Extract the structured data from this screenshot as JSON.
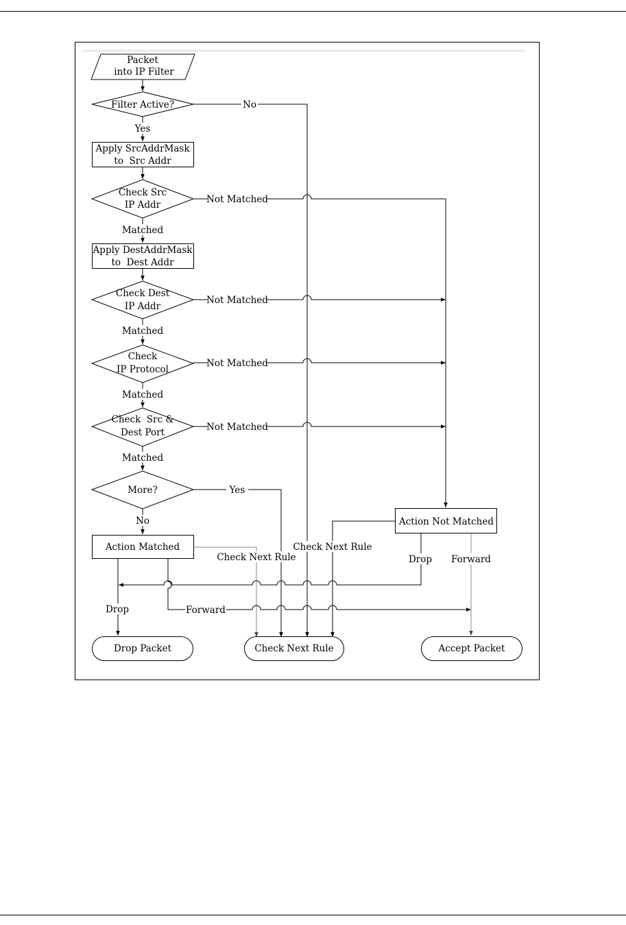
{
  "nodes": {
    "start": [
      "Packet",
      "into IP Filter"
    ],
    "filter_active": [
      "Filter Active?"
    ],
    "apply_src": [
      "Apply SrcAddrMask",
      "to  Src Addr"
    ],
    "check_src": [
      "Check Src",
      "IP Addr"
    ],
    "apply_dest": [
      "Apply DestAddrMask",
      "to  Dest Addr"
    ],
    "check_dest": [
      "Check Dest",
      "IP Addr"
    ],
    "check_proto": [
      "Check",
      "IP Protocol"
    ],
    "check_port": [
      "Check  Src &",
      "Dest Port"
    ],
    "more": [
      "More?"
    ],
    "action_matched": [
      "Action Matched"
    ],
    "action_not_matched": [
      "Action Not Matched"
    ],
    "drop_packet": [
      "Drop Packet"
    ],
    "check_next_rule": [
      "Check Next Rule"
    ],
    "accept_packet": [
      "Accept Packet"
    ]
  },
  "edge_labels": {
    "no": "No",
    "yes": "Yes",
    "not_matched": "Not Matched",
    "matched": "Matched",
    "drop": "Drop",
    "forward": "Forward",
    "check_next_rule": "Check Next Rule"
  }
}
